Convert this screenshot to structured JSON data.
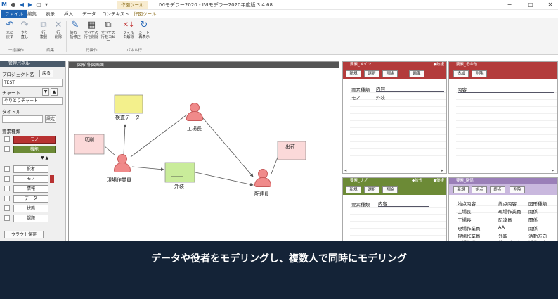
{
  "titlebar": {
    "tool_tab_top": "作図ツール",
    "title": "IVIモデラー2020 - IVIモデラー2020年度版 3.4.68",
    "tool_tab_ribbon": "作図ツール"
  },
  "tabs": [
    {
      "label": "ファイル"
    },
    {
      "label": "編集"
    },
    {
      "label": "表示"
    },
    {
      "label": "挿入"
    },
    {
      "label": "データ"
    },
    {
      "label": "コンテキスト"
    }
  ],
  "ribbon": {
    "buttons": [
      {
        "label": "元に\n戻す",
        "icon": "undo-icon"
      },
      {
        "label": "やり\n直し",
        "icon": "redo-icon"
      },
      {
        "label": "行\n複製",
        "icon": "duplicate-icon"
      },
      {
        "label": "行\n削除",
        "icon": "delete-icon"
      },
      {
        "label": "値の一\n括修正",
        "icon": "bulk-edit-icon"
      },
      {
        "label": "すべての\n行を削除",
        "icon": "delete-all-rows-icon"
      },
      {
        "label": "すべての\n行をコピー",
        "icon": "copy-all-rows-icon"
      },
      {
        "label": "フィル\nタ解除",
        "icon": "filter-clear-icon"
      },
      {
        "label": "シート\n再表示",
        "icon": "refresh-icon"
      }
    ],
    "groups": [
      "一括操作",
      "編集",
      "行操作",
      "パネル行"
    ]
  },
  "left_panel": {
    "header": "管理パネル",
    "project_label": "プロジェクト名",
    "back_button": "戻る",
    "project_value": "TEST",
    "chart_label": "チャート",
    "chart_value": "やりとりチャート",
    "title_label": "タイトル",
    "set_button": "設定",
    "element_type_label": "要素種類",
    "element_types": [
      "モノ",
      "機能"
    ],
    "elements": [
      "役者",
      "モノ",
      "情報",
      "データ",
      "状態",
      "課題"
    ],
    "save_button": "ウラウト保存"
  },
  "diagram": {
    "header": "図形  作図画面",
    "nodes": {
      "inspection_data": "検査データ",
      "factory_manager": "工場長",
      "cutting": "切削",
      "shipping": "出荷",
      "field_worker": "現場作業員",
      "appearance": "外装",
      "delivery_staff": "配達員"
    }
  },
  "panel_main": {
    "header": "要素_メイン",
    "flag": "◆絞複",
    "buttons": [
      "新規",
      "選択",
      "削除",
      "画像"
    ],
    "columns": [
      "要素種類",
      "内容"
    ],
    "rows": [
      [
        "モノ",
        "外装"
      ]
    ],
    "color": "#b33b3b"
  },
  "panel_other": {
    "header": "要素_その他",
    "buttons": [
      "追加",
      "削除"
    ],
    "columns": [
      "内容"
    ],
    "color": "#b33b3b"
  },
  "panel_sub": {
    "header": "要素_サブ",
    "flags": [
      "◆絞省",
      "◆優複"
    ],
    "buttons": [
      "新規",
      "選択",
      "削除"
    ],
    "columns": [
      "要素種類",
      "内容"
    ],
    "color": "#6c8a36"
  },
  "panel_relation": {
    "header": "要素_関係",
    "buttons": [
      "新規",
      "始点",
      "終点",
      "削除"
    ],
    "columns": [
      "始点内容",
      "終点内容",
      "図形種類"
    ],
    "rows": [
      [
        "工場長",
        "現場作業員",
        "関係"
      ],
      [
        "工場長",
        "配達員",
        "関係"
      ],
      [
        "現場作業員",
        "AA",
        "関係"
      ],
      [
        "現場作業員",
        "外装",
        "活動方向"
      ],
      [
        "現場作業員",
        "検査データ",
        "活動方向"
      ]
    ],
    "color": "#9a7fb8"
  },
  "overlay": {
    "caption": "データや役者をモデリングし、複数人で同時にモデリング"
  }
}
